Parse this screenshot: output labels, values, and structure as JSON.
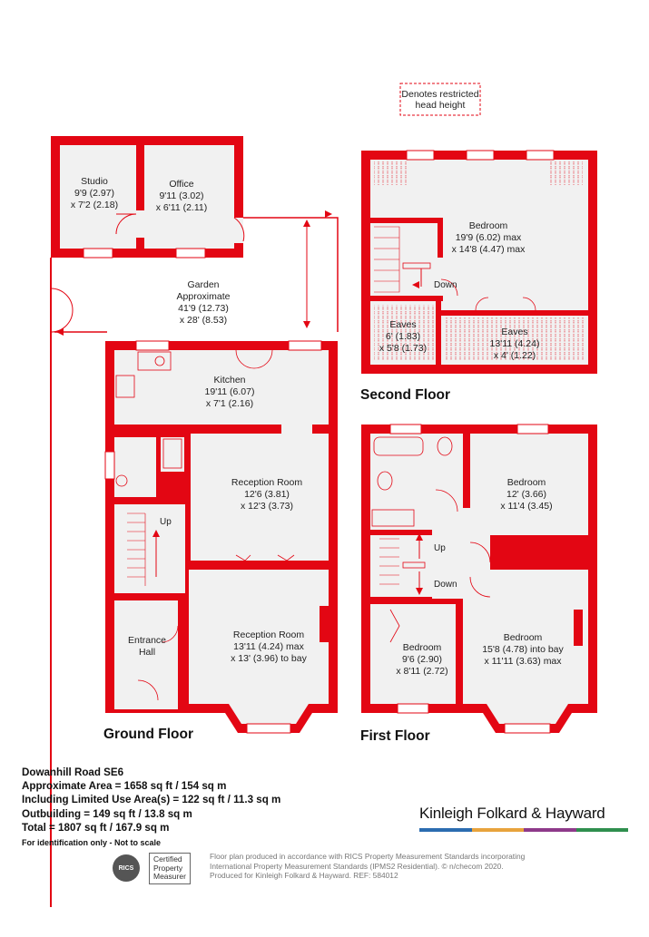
{
  "legend": {
    "line1": "Denotes restricted",
    "line2": "head height"
  },
  "floors": {
    "ground": "Ground Floor",
    "first": "First Floor",
    "second": "Second Floor"
  },
  "rooms": {
    "studio": {
      "name": "Studio",
      "dim1": "9'9 (2.97)",
      "dim2": "x 7'2 (2.18)"
    },
    "office": {
      "name": "Office",
      "dim1": "9'11 (3.02)",
      "dim2": "x 6'11 (2.11)"
    },
    "garden": {
      "name": "Garden",
      "sub": "Approximate",
      "dim1": "41'9 (12.73)",
      "dim2": "x 28' (8.53)"
    },
    "kitchen": {
      "name": "Kitchen",
      "dim1": "19'11 (6.07)",
      "dim2": "x 7'1 (2.16)"
    },
    "reception1": {
      "name": "Reception Room",
      "dim1": "12'6 (3.81)",
      "dim2": "x 12'3 (3.73)"
    },
    "reception2": {
      "name": "Reception Room",
      "dim1": "13'11 (4.24) max",
      "dim2": "x 13' (3.96) to bay"
    },
    "entrance": {
      "name": "Entrance",
      "name2": "Hall"
    },
    "bedroom_top": {
      "name": "Bedroom",
      "dim1": "19'9 (6.02) max",
      "dim2": "x 14'8 (4.47) max"
    },
    "eaves1": {
      "name": "Eaves",
      "dim1": "6' (1.83)",
      "dim2": "x 5'8 (1.73)"
    },
    "eaves2": {
      "name": "Eaves",
      "dim1": "13'11 (4.24)",
      "dim2": "x 4' (1.22)"
    },
    "bedroom_right": {
      "name": "Bedroom",
      "dim1": "12' (3.66)",
      "dim2": "x 11'4 (3.45)"
    },
    "bedroom_small": {
      "name": "Bedroom",
      "dim1": "9'6 (2.90)",
      "dim2": "x 8'11 (2.72)"
    },
    "bedroom_bay": {
      "name": "Bedroom",
      "dim1": "15'8 (4.78) into bay",
      "dim2": "x 11'11 (3.63) max"
    }
  },
  "stairs": {
    "up": "Up",
    "down": "Down"
  },
  "summary": {
    "address": "Dowanhill Road SE6",
    "area": "Approximate Area = 1658 sq ft / 154 sq m",
    "limited": "Including Limited Use Area(s) = 122 sq ft / 11.3 sq m",
    "outbuilding": "Outbuilding = 149 sq ft / 13.8 sq m",
    "total": "Total = 1807 sq ft / 167.9 sq m",
    "note": "For identification only - Not to scale"
  },
  "brand": {
    "name": "Kinleigh Folkard & Hayward",
    "bar_colors": [
      "#2b6cb0",
      "#e8a33c",
      "#8e3a8a",
      "#2f8f4e"
    ]
  },
  "rics": {
    "mark": "RICS",
    "cert1": "Certified",
    "cert2": "Property",
    "cert3": "Measurer"
  },
  "footnote": {
    "line1": "Floor plan produced in accordance with RICS Property Measurement Standards incorporating",
    "line2": "International Property Measurement Standards (IPMS2 Residential).  © n/checom 2020.",
    "line3": "Produced for Kinleigh Folkard & Hayward.   REF: 584012"
  },
  "colors": {
    "wall": "#e30613",
    "floor": "#f1f1f1",
    "dashed": "#e30613"
  }
}
